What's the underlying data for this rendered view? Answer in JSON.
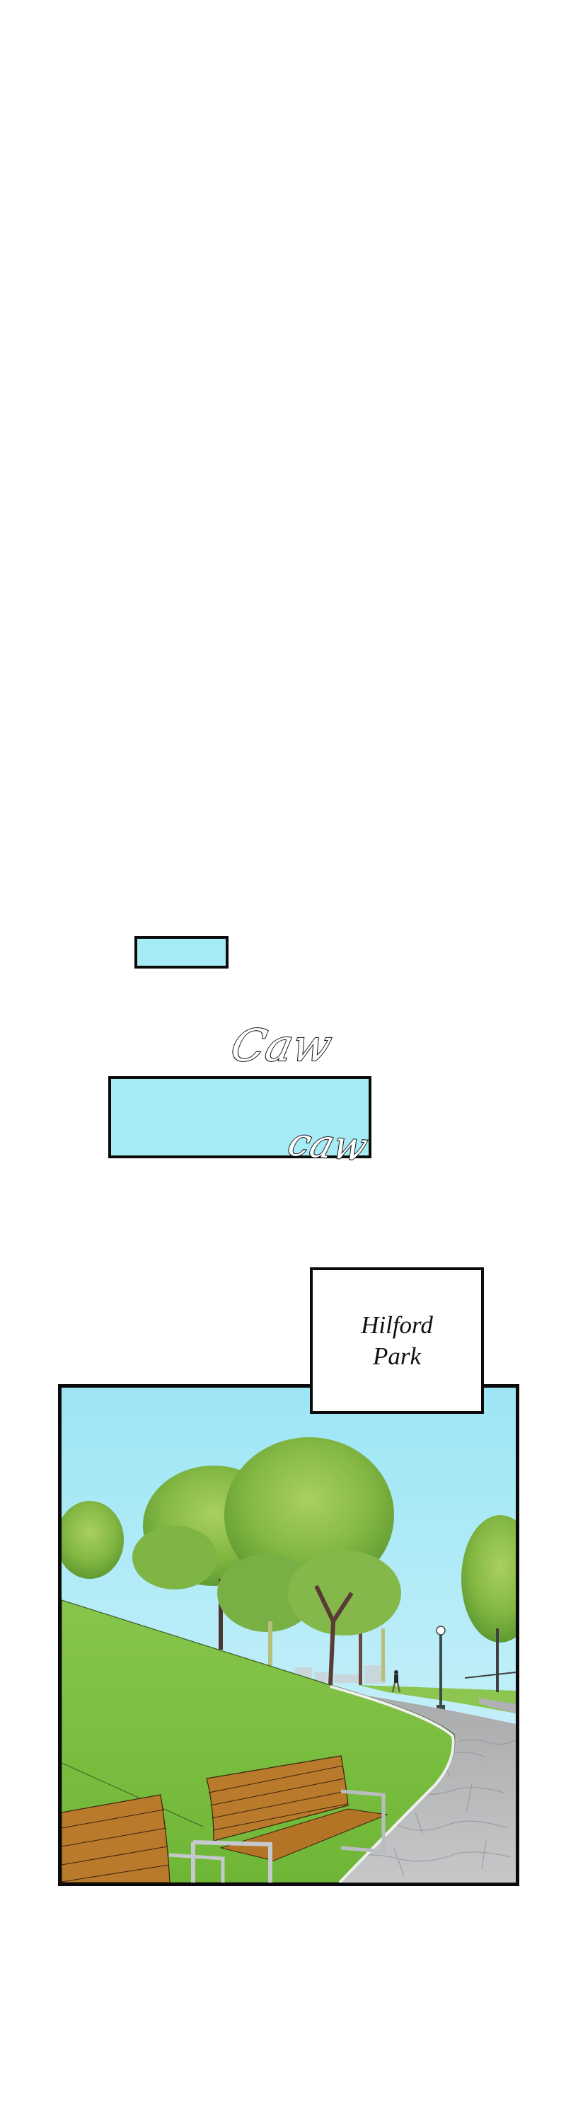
{
  "page": {
    "type": "webcomic-strip",
    "background_color": "#ffffff"
  },
  "panels": [
    {
      "id": "narration-small",
      "kind": "empty-narration-box",
      "fill_color": "#a6ecf6",
      "border_color": "#0b0b0b"
    },
    {
      "id": "narration-wide",
      "kind": "empty-narration-box",
      "fill_color": "#a6ecf6",
      "border_color": "#0b0b0b",
      "sound_effects": [
        {
          "text": "Caw"
        },
        {
          "text": "caw"
        }
      ]
    },
    {
      "id": "location-caption",
      "kind": "caption",
      "lines": [
        "Hilford",
        "Park"
      ]
    },
    {
      "id": "park-scene",
      "kind": "illustration",
      "description": "Park with grassy slope, trees, curving stone path, lamp post, distant pedestrian, city skyline, and two wooden benches",
      "colors": {
        "sky": "#a6eaf6",
        "grass": "#7cc23e",
        "path": "#b8b8b8",
        "bench_wood": "#b87a2a",
        "bench_metal": "#c9ccd0",
        "foliage": "#8cc24a"
      }
    }
  ]
}
